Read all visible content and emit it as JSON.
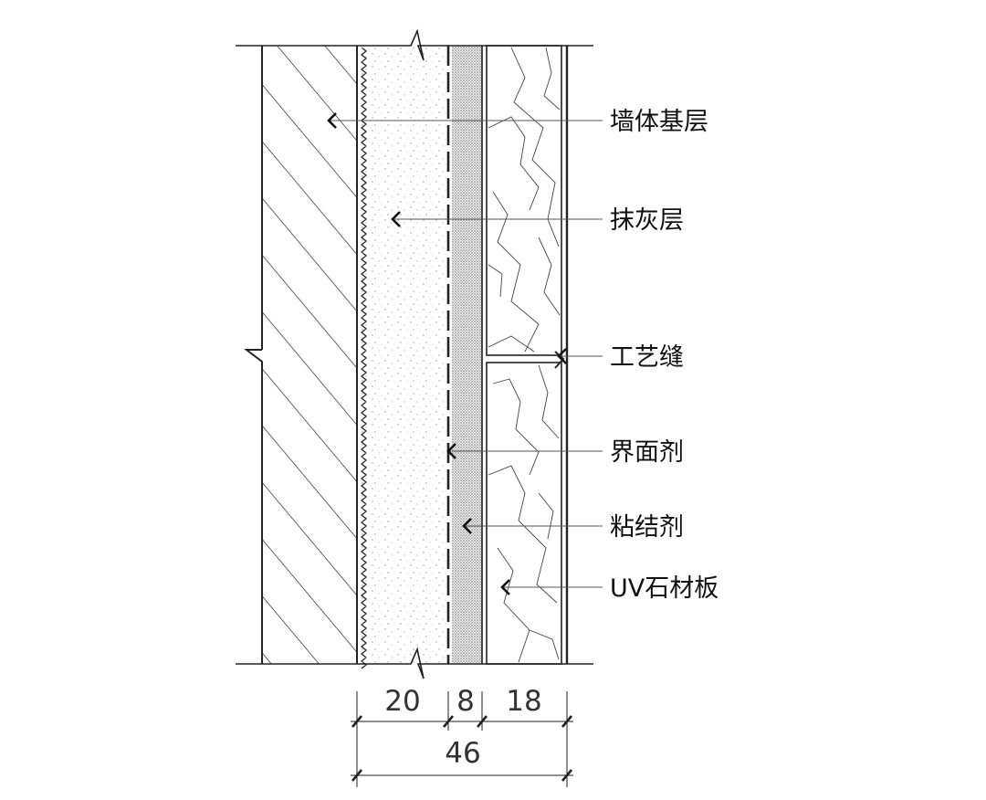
{
  "labels": {
    "wall_base": "墙体基层",
    "plaster": "抹灰层",
    "process_joint": "工艺缝",
    "interface_agent": "界面剂",
    "adhesive": "粘结剂",
    "uv_stone": "UV石材板"
  },
  "dimensions": {
    "plaster_thickness": "20",
    "adhesive_thickness": "8",
    "panel_thickness": "18",
    "total_thickness": "46"
  },
  "colors": {
    "line": "#1a1a1a",
    "thin_line": "#555555",
    "background": "#ffffff"
  }
}
